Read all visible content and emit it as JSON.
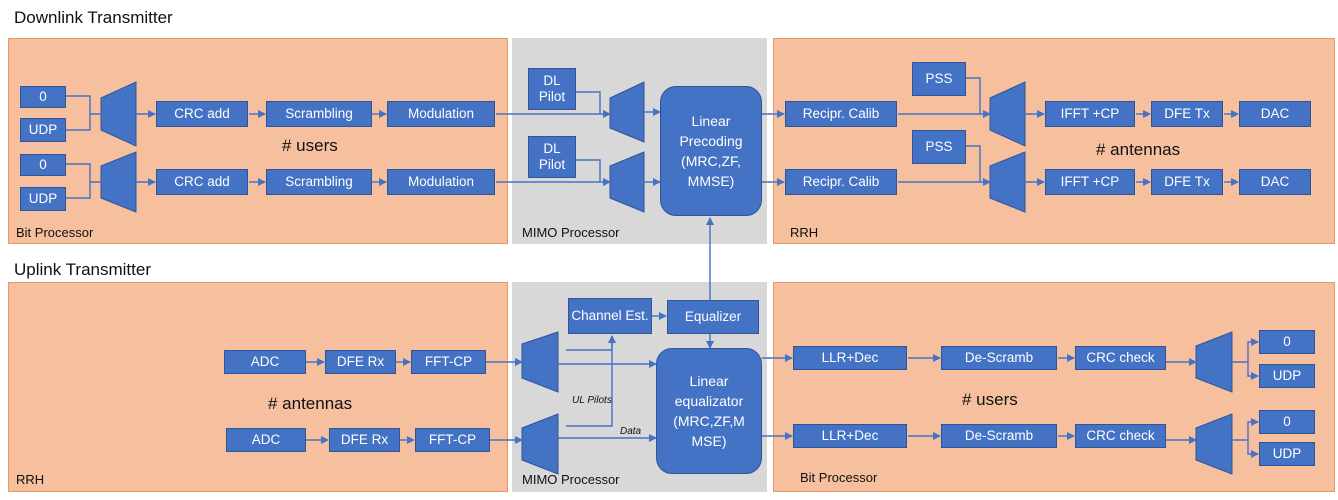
{
  "downlink": {
    "title": "Downlink Transmitter",
    "bit_processor": {
      "label": "Bit Processor",
      "users_label": "# users",
      "rows": [
        {
          "in0": "0",
          "in1": "UDP",
          "crc": "CRC add",
          "scr": "Scrambling",
          "mod": "Modulation"
        },
        {
          "in0": "0",
          "in1": "UDP",
          "crc": "CRC add",
          "scr": "Scrambling",
          "mod": "Modulation"
        }
      ]
    },
    "mimo": {
      "label": "MIMO Processor",
      "pilot1": "DL Pilot",
      "pilot2": "DL Pilot",
      "precoding": "Linear Precoding (MRC,ZF, MMSE)"
    },
    "rrh": {
      "label": "RRH",
      "antennas_label": "# antennas",
      "rows": [
        {
          "calib": "Recipr. Calib",
          "pss": "PSS",
          "ifft": "IFFT +CP",
          "dfe": "DFE Tx",
          "dac": "DAC"
        },
        {
          "calib": "Recipr. Calib",
          "pss": "PSS",
          "ifft": "IFFT +CP",
          "dfe": "DFE Tx",
          "dac": "DAC"
        }
      ]
    }
  },
  "uplink": {
    "title": "Uplink Transmitter",
    "rrh": {
      "label": "RRH",
      "antennas_label": "# antennas",
      "rows": [
        {
          "adc": "ADC",
          "dfe": "DFE Rx",
          "fft": "FFT-CP"
        },
        {
          "adc": "ADC",
          "dfe": "DFE Rx",
          "fft": "FFT-CP"
        }
      ]
    },
    "mimo": {
      "label": "MIMO Processor",
      "channel_est": "Channel Est.",
      "equalizer": "Equalizer",
      "linear_eq": "Linear equalizator (MRC,ZF,M MSE)",
      "ul_pilots": "UL Pilots",
      "data": "Data"
    },
    "bit_processor": {
      "label": "Bit Processor",
      "users_label": "# users",
      "rows": [
        {
          "llr": "LLR+Dec",
          "descr": "De-Scramb",
          "crc": "CRC check",
          "out0": "0",
          "out1": "UDP"
        },
        {
          "llr": "LLR+Dec",
          "descr": "De-Scramb",
          "crc": "CRC check",
          "out0": "0",
          "out1": "UDP"
        }
      ]
    }
  },
  "colors": {
    "block": "#4472c4",
    "block_border": "#2f5597",
    "panel_orange": "#f6c09e",
    "panel_gray": "#d8d8d8"
  }
}
